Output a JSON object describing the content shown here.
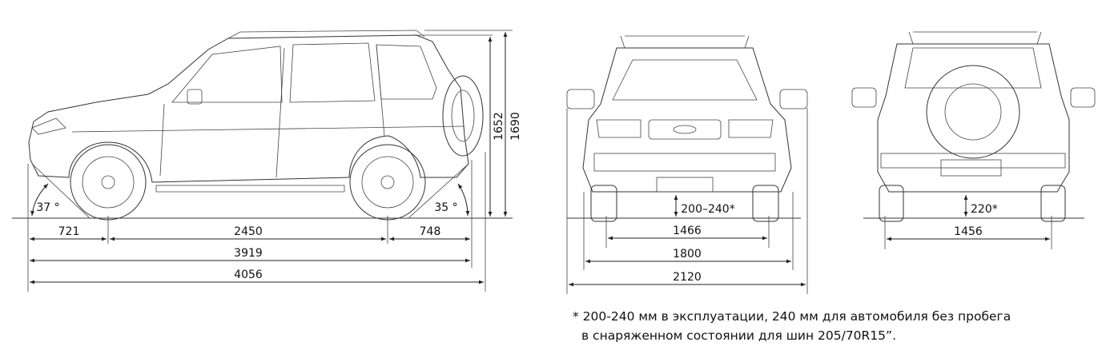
{
  "side_view": {
    "front_overhang": "721",
    "wheelbase": "2450",
    "rear_overhang": "748",
    "length_body": "3919",
    "length_total": "4056",
    "height_roof": "1652",
    "height_rails": "1690",
    "approach_angle": "37 °",
    "departure_angle": "35 °"
  },
  "front_view": {
    "ground_clearance": "200–240*",
    "track": "1466",
    "width": "1800",
    "width_mirrors": "2120"
  },
  "rear_view": {
    "ground_clearance": "220*",
    "track": "1456"
  },
  "footnote": {
    "line1": "* 200-240 мм в эксплуатации, 240 мм для автомобиля без пробега",
    "line2": "в снаряженном состоянии для шин 205/70R15”."
  }
}
